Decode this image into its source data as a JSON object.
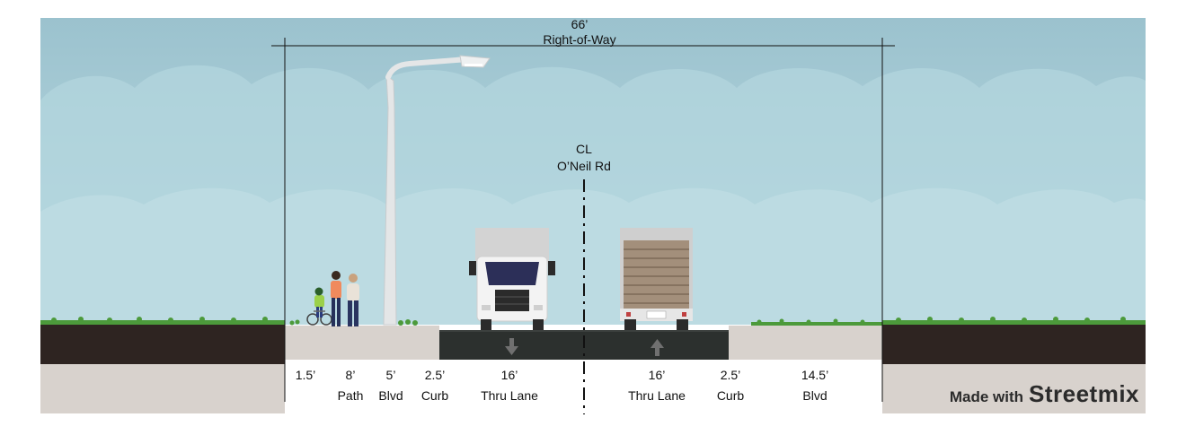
{
  "right_of_way": {
    "width": "66’",
    "label": "Right-of-Way"
  },
  "centerline": {
    "code": "CL",
    "street": "O’Neil Rd"
  },
  "segments": [
    {
      "width": "1.5’",
      "name": ""
    },
    {
      "width": "8’",
      "name": "Path"
    },
    {
      "width": "5’",
      "name": "Blvd"
    },
    {
      "width": "2.5’",
      "name": "Curb"
    },
    {
      "width": "16’",
      "name": "Thru Lane"
    },
    {
      "width": "16’",
      "name": "Thru Lane"
    },
    {
      "width": "2.5’",
      "name": "Curb"
    },
    {
      "width": "14.5’",
      "name": "Blvd"
    }
  ],
  "brand": {
    "prefix": "Made with",
    "name": "Streetmix"
  },
  "colors": {
    "sky_top": "#9cc3cf",
    "sky_bottom": "#bcdbe2",
    "cloud": "#b0d3dc",
    "sidewalk": "#d8d2cd",
    "asphalt": "#2c302e",
    "soil": "#2e2421",
    "grass": "#4c9a3b",
    "pole": "#dfe1e2",
    "truck_body": "#d2d2d2",
    "truck_cab": "#f2f2f2",
    "rear_slats": "#a08d7a"
  },
  "icons": [
    "streetlight-icon",
    "cyclist-icon",
    "pedestrian-icon",
    "truck-front-icon",
    "truck-rear-icon",
    "lane-arrow-down-icon",
    "lane-arrow-up-icon"
  ]
}
